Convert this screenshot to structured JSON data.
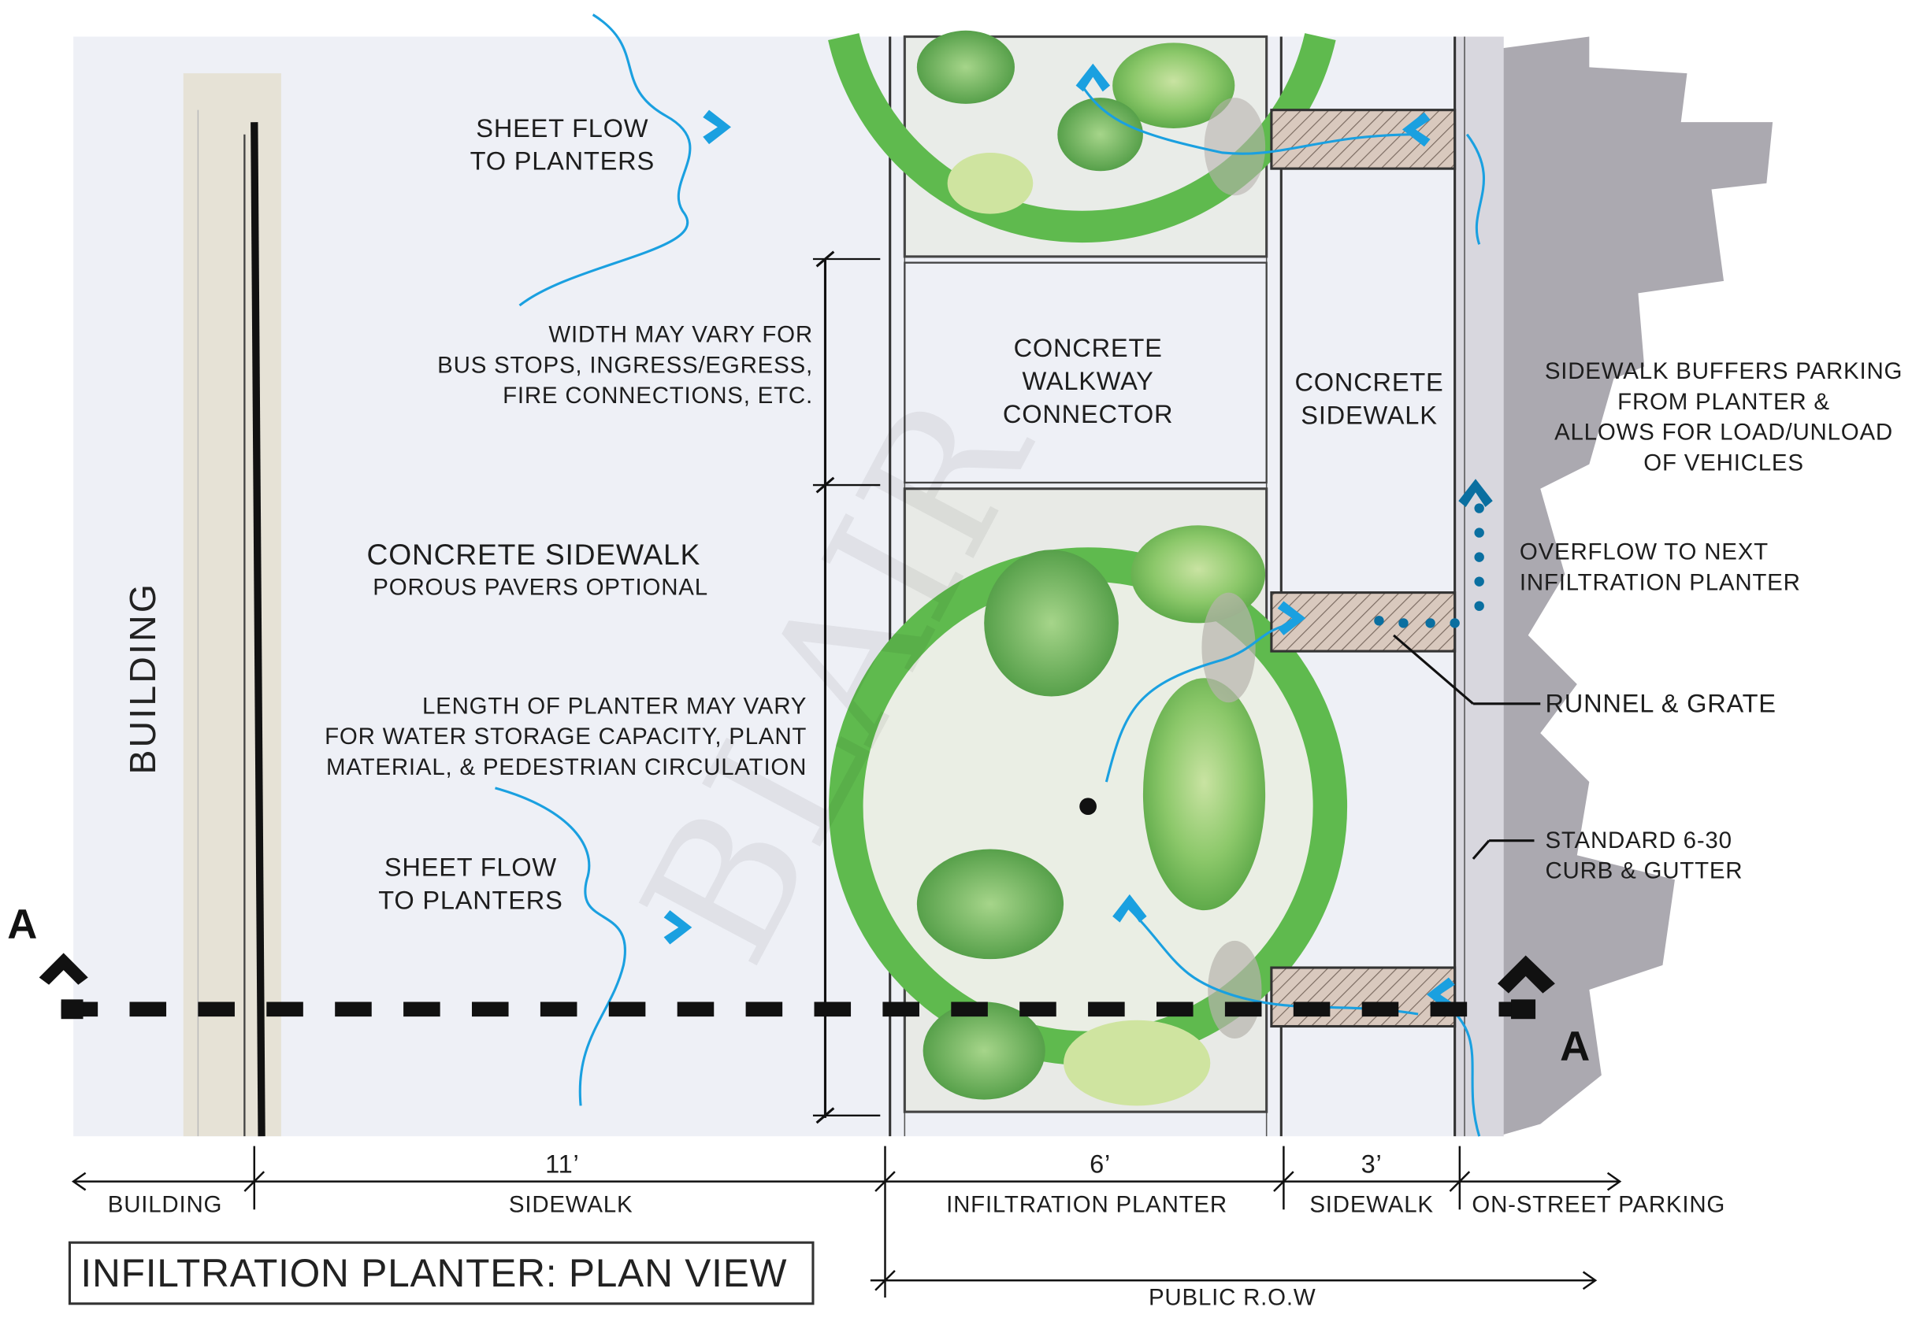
{
  "diagram": {
    "title": "INFILTRATION PLANTER: PLAN VIEW",
    "building_label": "BUILDING",
    "labels": {
      "sheet_flow_top": [
        "SHEET FLOW",
        "TO PLANTERS"
      ],
      "width_may_vary": [
        "WIDTH MAY VARY FOR",
        "BUS STOPS, INGRESS/EGRESS,",
        "FIRE CONNECTIONS, ETC."
      ],
      "concrete_walkway": [
        "CONCRETE",
        "WALKWAY",
        "CONNECTOR"
      ],
      "concrete_sidewalk_right": [
        "CONCRETE",
        "SIDEWALK"
      ],
      "sidewalk_buffers": [
        "SIDEWALK BUFFERS PARKING",
        "FROM PLANTER &",
        "ALLOWS FOR LOAD/UNLOAD",
        "OF VEHICLES"
      ],
      "concrete_sidewalk_main": "CONCRETE SIDEWALK",
      "porous_pavers": "POROUS PAVERS OPTIONAL",
      "overflow": [
        "OVERFLOW TO NEXT",
        "INFILTRATION PLANTER"
      ],
      "runnel": "RUNNEL & GRATE",
      "length_may_vary": [
        "LENGTH OF PLANTER MAY VARY",
        "FOR  WATER STORAGE CAPACITY, PLANT",
        "MATERIAL, & PEDESTRIAN CIRCULATION"
      ],
      "curb": [
        "STANDARD 6-30",
        "CURB & GUTTER"
      ],
      "sheet_flow_bottom": [
        "SHEET FLOW",
        "TO PLANTERS"
      ]
    },
    "section_marker": "A",
    "dimensions": {
      "sidewalk_width": "11’",
      "planter_width": "6’",
      "buffer_width": "3’"
    },
    "zones": [
      "BUILDING",
      "SIDEWALK",
      "INFILTRATION PLANTER",
      "SIDEWALK",
      "ON-STREET PARKING"
    ],
    "row_label": "PUBLIC R.O.W",
    "watermark": "BLAIR"
  }
}
